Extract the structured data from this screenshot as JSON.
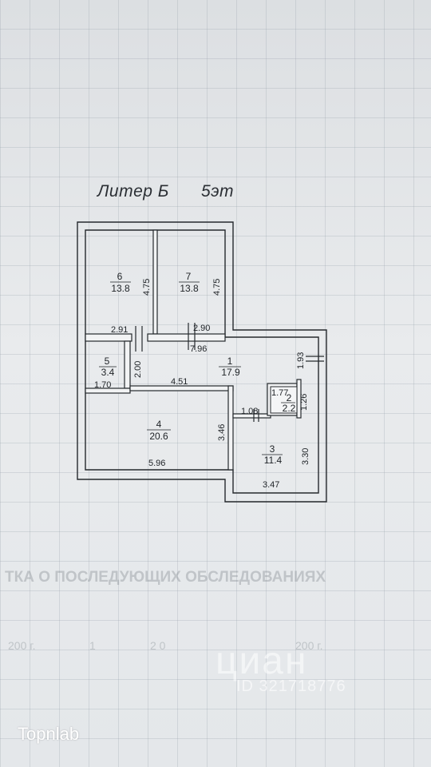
{
  "plan": {
    "title": "Литер Б",
    "floor": "5эт"
  },
  "rooms": [
    {
      "number": "1",
      "area": "17.9"
    },
    {
      "number": "2",
      "area": "2.2"
    },
    {
      "number": "3",
      "area": "11.4"
    },
    {
      "number": "4",
      "area": "20.6"
    },
    {
      "number": "5",
      "area": "3.4"
    },
    {
      "number": "6",
      "area": "13.8"
    },
    {
      "number": "7",
      "area": "13.8"
    }
  ],
  "dimensions": [
    "4.75",
    "4.75",
    "2.91",
    "2.90",
    "7.96",
    "2.00",
    "1.93",
    "1.70",
    "4.51",
    "1.77",
    "1.26",
    "1.08",
    "3.46",
    "5.96",
    "3.30",
    "3.47"
  ],
  "background_text": {
    "heading": "ТКА О ПОСЛЕДУЮЩИХ ОБСЛЕДОВАНИЯХ",
    "row": [
      "200   г.",
      "1",
      "2 0",
      "200   г."
    ]
  },
  "watermark": {
    "brand": "циан",
    "id": "ID 321718776",
    "corner": "Topnlab"
  }
}
